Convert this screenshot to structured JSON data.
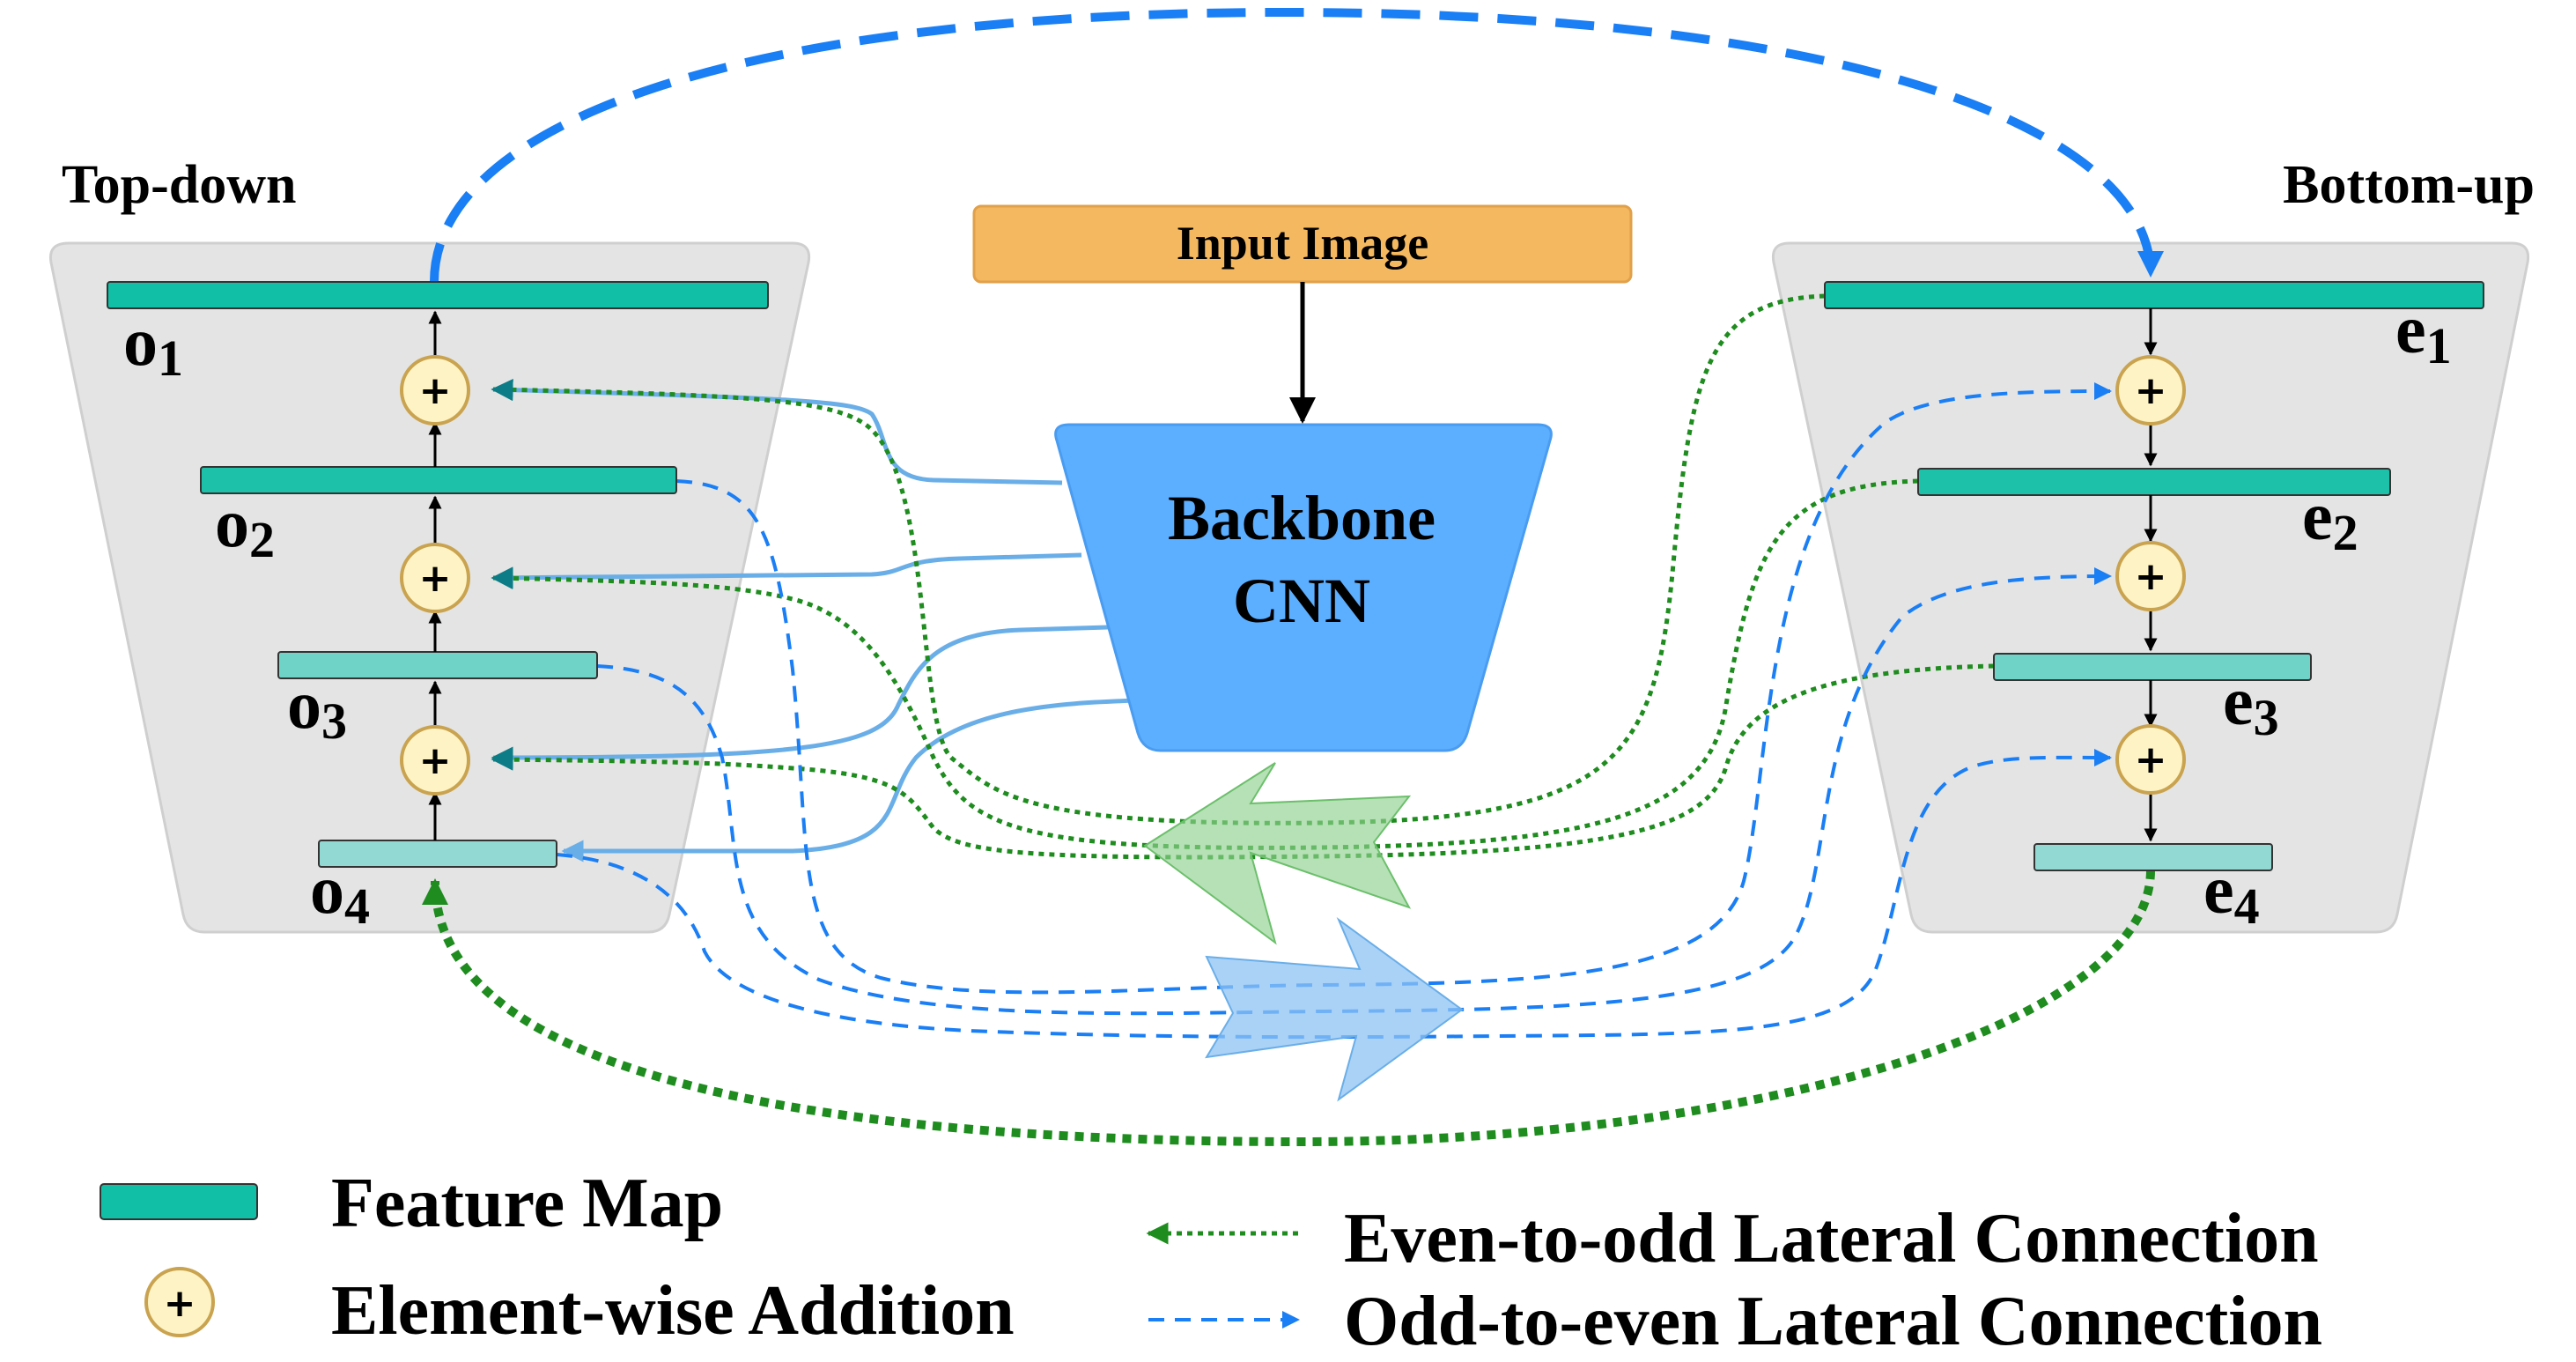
{
  "colors": {
    "feature_map": "#10bfa5",
    "feature_map_light": "#6fd3c7",
    "feature_map_lighter": "#93d9d3",
    "adder_fill": "#fdf3c4",
    "adder_stroke": "#c9a34f",
    "input_fill": "#f4b860",
    "backbone_fill": "#5caeff",
    "blue": "#1a7ef5",
    "green": "#1e8c1e",
    "panel": "#e4e4e4"
  },
  "titles": {
    "top_down": "Top-down",
    "bottom_up": "Bottom-up"
  },
  "input_image": "Input Image",
  "backbone": {
    "line1": "Backbone",
    "line2": "CNN"
  },
  "top_down_labels": [
    {
      "base": "o",
      "sub": "1"
    },
    {
      "base": "o",
      "sub": "2"
    },
    {
      "base": "o",
      "sub": "3"
    },
    {
      "base": "o",
      "sub": "4"
    }
  ],
  "bottom_up_labels": [
    {
      "base": "e",
      "sub": "1"
    },
    {
      "base": "e",
      "sub": "2"
    },
    {
      "base": "e",
      "sub": "3"
    },
    {
      "base": "e",
      "sub": "4"
    }
  ],
  "adder_symbol": "+",
  "legend": {
    "feature_map": "Feature Map",
    "element_wise_addition": "Element-wise Addition",
    "even_to_odd": "Even-to-odd Lateral Connection",
    "odd_to_even": "Odd-to-even Lateral Connection"
  }
}
